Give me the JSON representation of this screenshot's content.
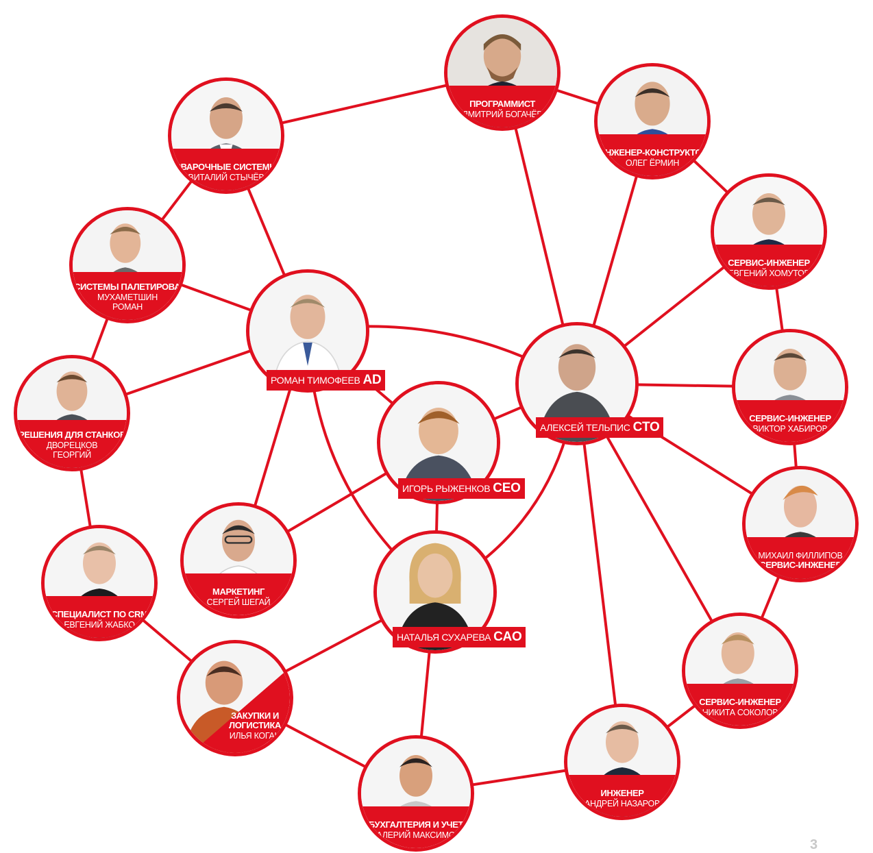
{
  "people": {
    "bogachev": {
      "role": "ПРОГРАММИСТ",
      "name": "ДМИТРИЙ БОГАЧЁВ"
    },
    "ermin": {
      "role": "ИНЖЕНЕР-КОНСТРУКТОР",
      "name": "ОЛЕГ ЁРМИН"
    },
    "stychev": {
      "role": "СВАРОЧНЫЕ СИСТЕМЫ",
      "name": "ВИТАЛИЙ СТЫЧЁВ"
    },
    "khomutov": {
      "role": "СЕРВИС-ИНЖЕНЕР",
      "name": "ЕВГЕНИЙ ХОМУТОВ"
    },
    "mukhametshin": {
      "role": "СИСТЕМЫ ПАЛЕТИРОВАНИЯ",
      "name_line1": "МУХАМЕТШИН",
      "name_line2": "РОМАН"
    },
    "timofeev": {
      "name": "РОМАН ТИМОФЕЕВ",
      "tag": "AD"
    },
    "telpis": {
      "name": "АЛЕКСЕЙ ТЕЛЬПИС",
      "tag": "CTO"
    },
    "khabirov": {
      "role": "СЕРВИС-ИНЖЕНЕР",
      "name": "ВИКТОР ХАБИРОВ"
    },
    "dvoretskov": {
      "role": "РЕШЕНИЯ ДЛЯ СТАНКОВ",
      "name_line1": "ДВОРЕЦКОВ",
      "name_line2": "ГЕОРГИЙ"
    },
    "ryzhenkov": {
      "name": "ИГОРЬ РЫЖЕНКОВ",
      "tag": "CEO"
    },
    "filippov": {
      "name": "МИХАИЛ ФИЛЛИПОВ",
      "role": "СЕРВИС-ИНЖЕНЕР"
    },
    "shegai": {
      "role": "МАРКЕТИНГ",
      "name": "СЕРГЕЙ ШЕГАЙ"
    },
    "zhabko": {
      "role": "СПЕЦИАЛИСТ ПО CRM",
      "name": "ЕВГЕНИЙ ЖАБКО"
    },
    "sukhareva": {
      "name": "НАТАЛЬЯ СУХАРЕВА",
      "tag": "CAO"
    },
    "sokolov": {
      "role": "СЕРВИС-ИНЖЕНЕР",
      "name": "НИКИТА СОКОЛОВ"
    },
    "kogan": {
      "role_line1": "ЗАКУПКИ И",
      "role_line2": "ЛОГИСТИКА",
      "name": "ИЛЬЯ КОГАН"
    },
    "nazarov": {
      "role": "ИНЖЕНЕР",
      "name": "АНДРЕЙ НАЗАРОВ"
    },
    "maksimov": {
      "role": "БУХГАЛТЕРИЯ И УЧЕТ",
      "name": "ВАЛЕРИЙ МАКСИМОВ"
    }
  },
  "connections": [
    [
      "bogachev",
      "ermin"
    ],
    [
      "bogachev",
      "stychev"
    ],
    [
      "bogachev",
      "telpis"
    ],
    [
      "ermin",
      "khomutov"
    ],
    [
      "ermin",
      "telpis"
    ],
    [
      "stychev",
      "mukhametshin"
    ],
    [
      "stychev",
      "timofeev"
    ],
    [
      "khomutov",
      "khabirov"
    ],
    [
      "khomutov",
      "telpis"
    ],
    [
      "mukhametshin",
      "timofeev"
    ],
    [
      "mukhametshin",
      "dvoretskov"
    ],
    [
      "timofeev",
      "dvoretskov"
    ],
    [
      "timofeev",
      "ryzhenkov"
    ],
    [
      "timofeev",
      "shegai"
    ],
    [
      "telpis",
      "khabirov"
    ],
    [
      "telpis",
      "ryzhenkov"
    ],
    [
      "telpis",
      "filippov"
    ],
    [
      "telpis",
      "sokolov"
    ],
    [
      "telpis",
      "nazarov"
    ],
    [
      "khabirov",
      "filippov"
    ],
    [
      "filippov",
      "sokolov"
    ],
    [
      "dvoretskov",
      "zhabko"
    ],
    [
      "ryzhenkov",
      "shegai"
    ],
    [
      "ryzhenkov",
      "sukhareva"
    ],
    [
      "zhabko",
      "kogan"
    ],
    [
      "sukhareva",
      "kogan"
    ],
    [
      "sukhareva",
      "maksimov"
    ],
    [
      "kogan",
      "maksimov"
    ],
    [
      "maksimov",
      "nazarov"
    ],
    [
      "sokolov",
      "nazarov"
    ]
  ],
  "arcs": [
    [
      "timofeev",
      "telpis"
    ],
    [
      "timofeev",
      "sukhareva"
    ],
    [
      "sukhareva",
      "telpis"
    ]
  ],
  "colors": {
    "accent": "#e0101f",
    "background": "#ffffff"
  },
  "corner_mark": "3"
}
